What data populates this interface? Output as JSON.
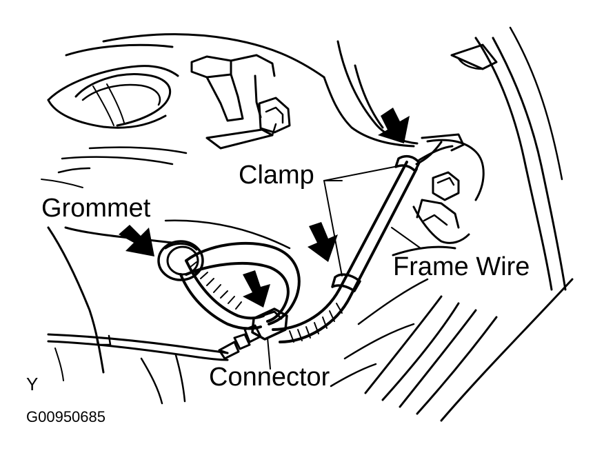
{
  "labels": {
    "clamp": "Clamp",
    "grommet": "Grommet",
    "frame_wire": "Frame Wire",
    "connector": "Connector",
    "view_mark": "Y",
    "figure_code": "G00950685"
  },
  "colors": {
    "ink": "#000000",
    "paper": "#ffffff"
  }
}
